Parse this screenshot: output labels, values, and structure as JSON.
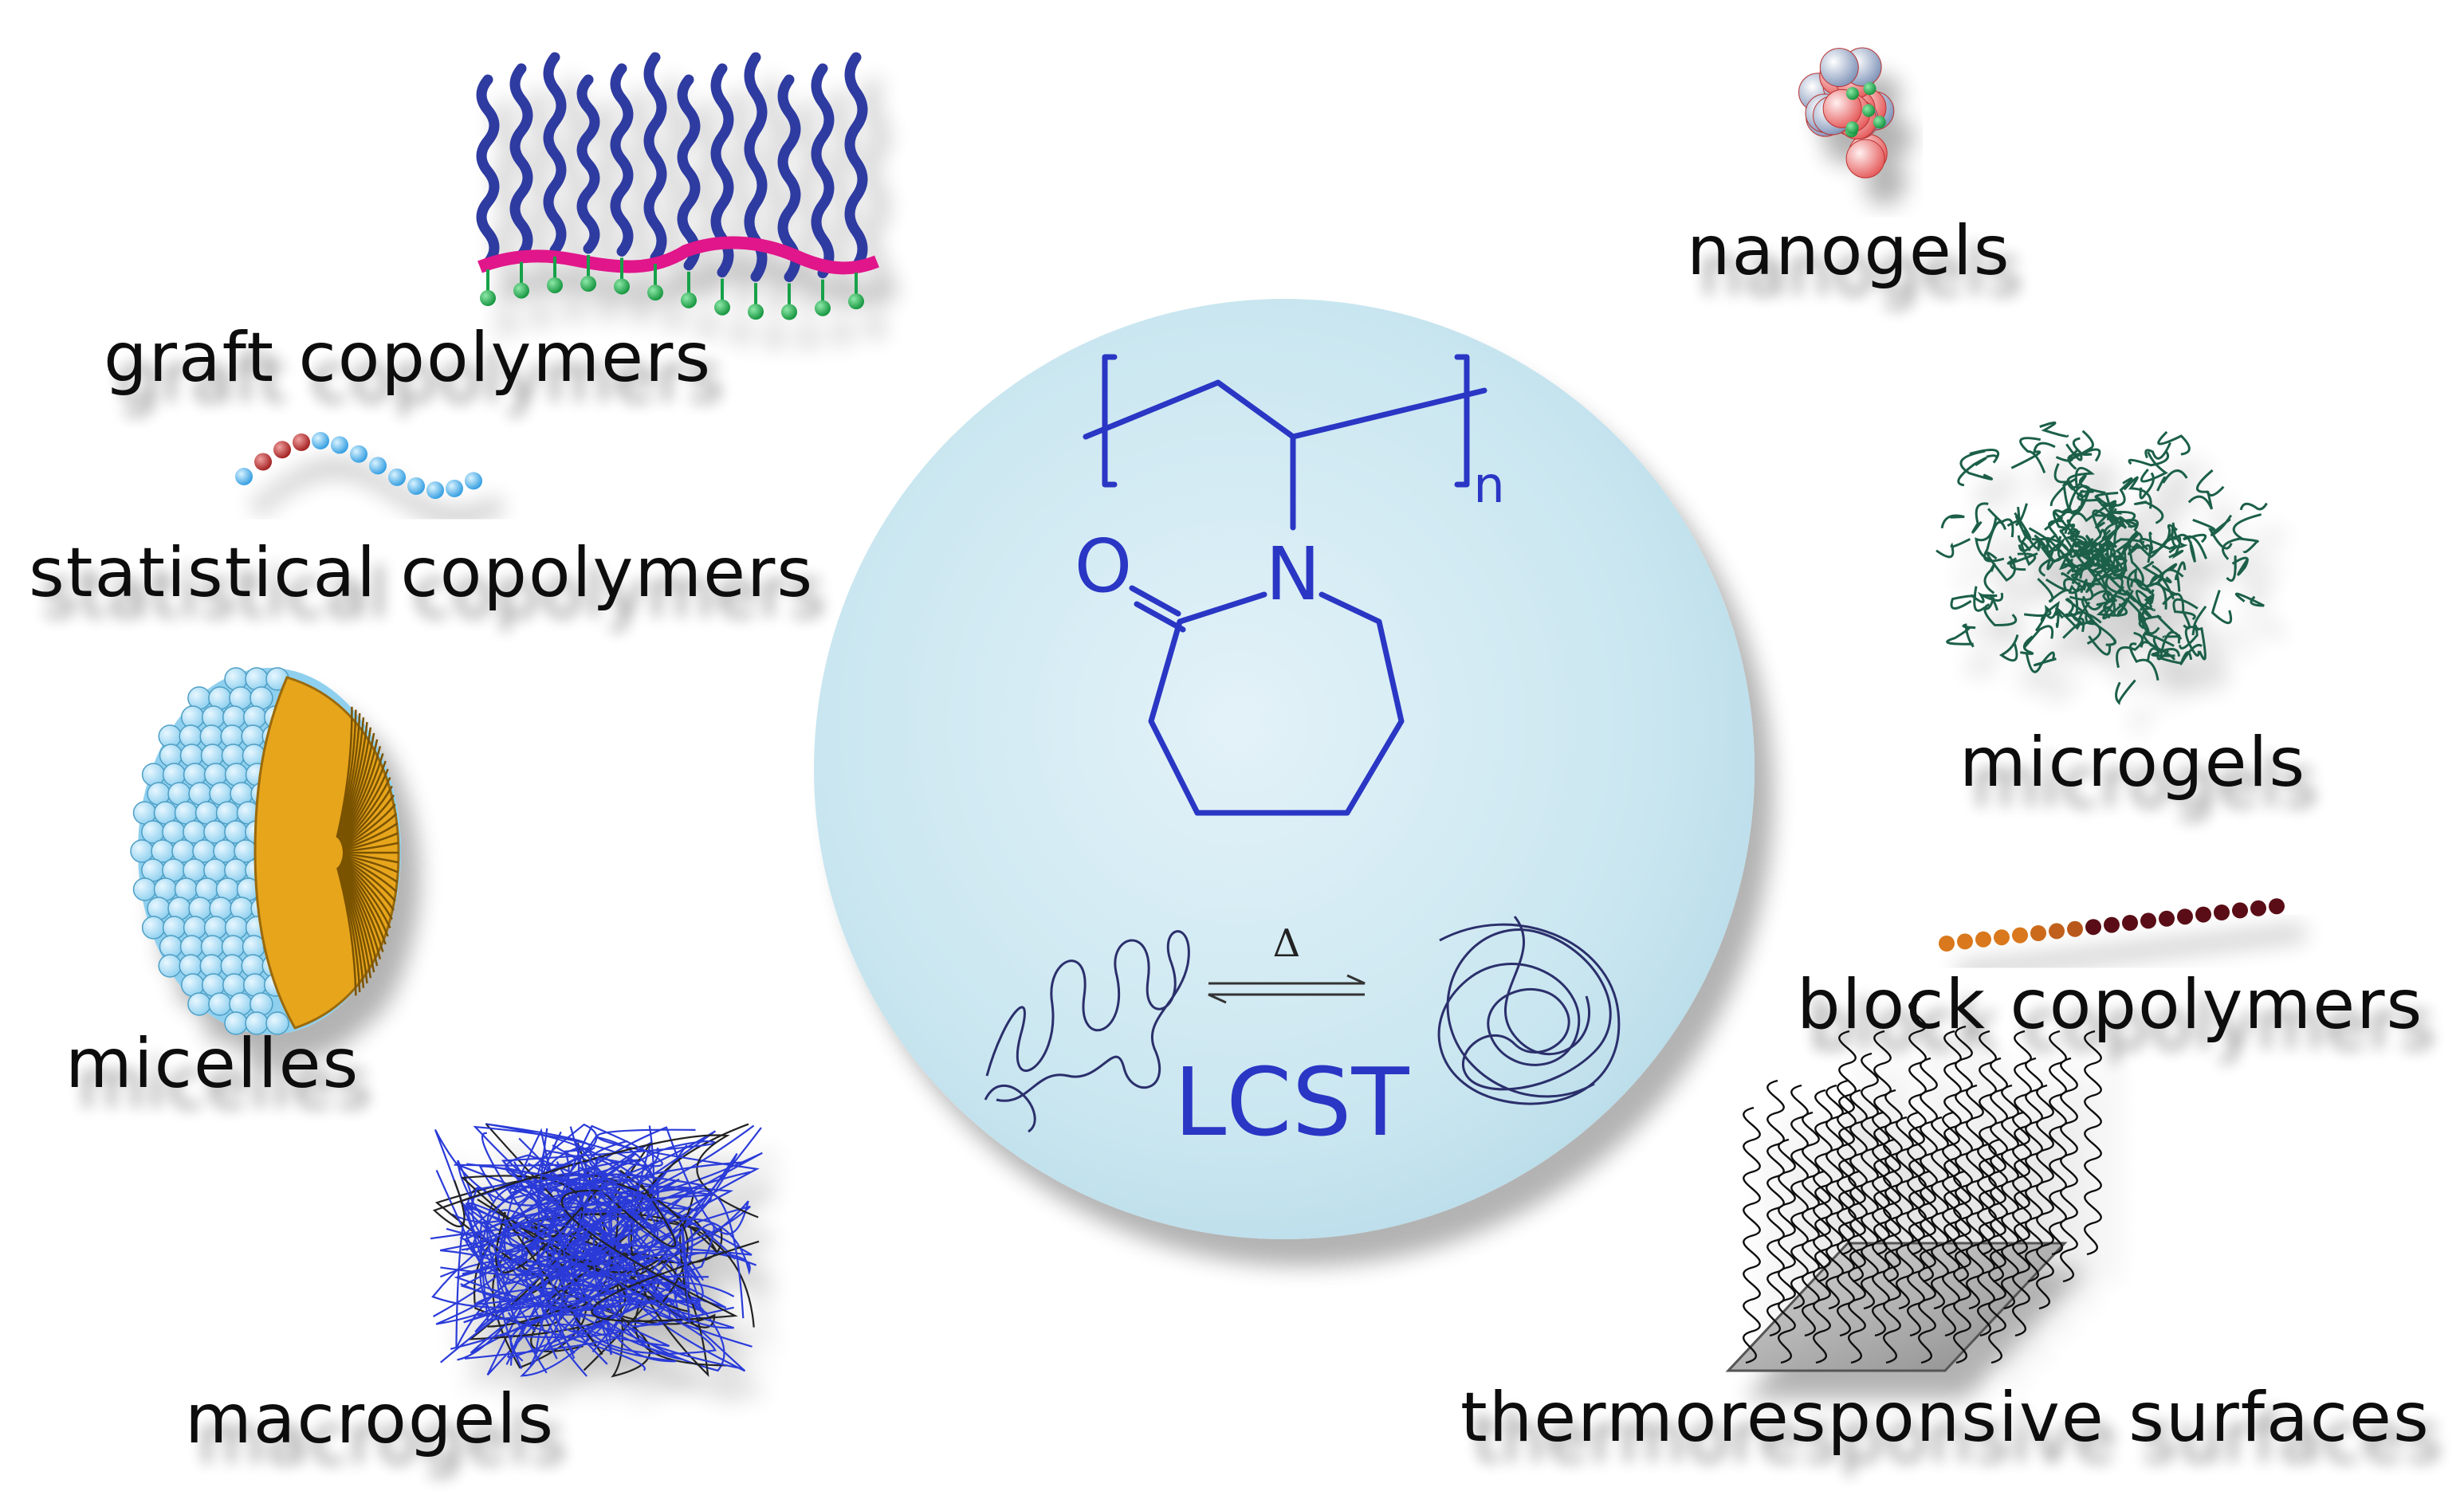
{
  "labels": {
    "graft": "graft copolymers",
    "statistical": "statistical copolymers",
    "micelles": "micelles",
    "macrogels": "macrogels",
    "nanogels": "nanogels",
    "microgels": "microgels",
    "block": "block copolymers",
    "surfaces": "thermoresponsive surfaces"
  },
  "center": {
    "lcst": "LCST",
    "delta": "Δ",
    "subscript": "n",
    "oxygen": "O",
    "nitrogen": "N"
  },
  "icons": [
    "graft-copolymer-icon",
    "statistical-copolymer-icon",
    "micelle-icon",
    "macrogel-icon",
    "nanogel-icon",
    "microgel-icon",
    "block-copolymer-icon",
    "thermoresponsive-surface-icon",
    "coil-to-globule-icon"
  ],
  "colors": {
    "circle": "#cfe8f1",
    "structure": "#2a36c4",
    "graft_backbone": "#e0198a",
    "graft_side": "#16a14a",
    "graft_chain": "#2f3aa0",
    "micelle_shell": "#a8dcf5",
    "micelle_core": "#e7a51c",
    "microgel": "#1c5f4a",
    "macrogel": "#2b3ad8"
  }
}
